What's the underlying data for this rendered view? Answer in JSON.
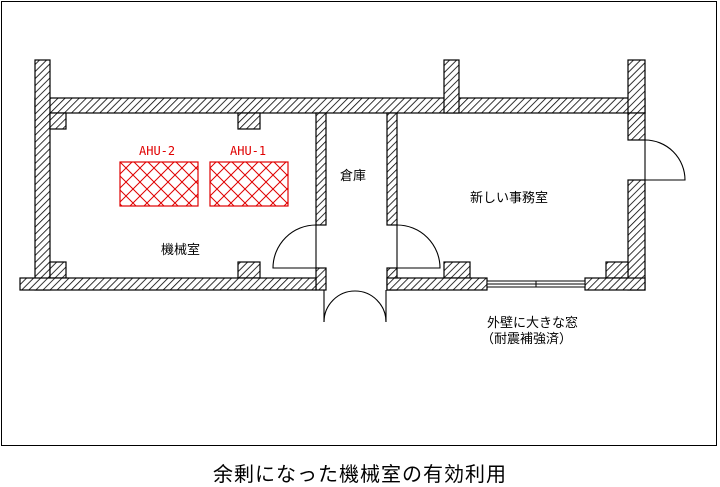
{
  "labels": {
    "ahu2": "AHU-2",
    "ahu1": "AHU-1",
    "storage": "倉庫",
    "machine_room": "機械室",
    "new_office": "新しい事務室",
    "window_note_1": "外壁に大きな窓",
    "window_note_2": "（耐震補強済）"
  },
  "caption": "余剰になった機械室の有効利用",
  "colors": {
    "wall_hatch": "#000000",
    "ahu": "#e00000"
  }
}
